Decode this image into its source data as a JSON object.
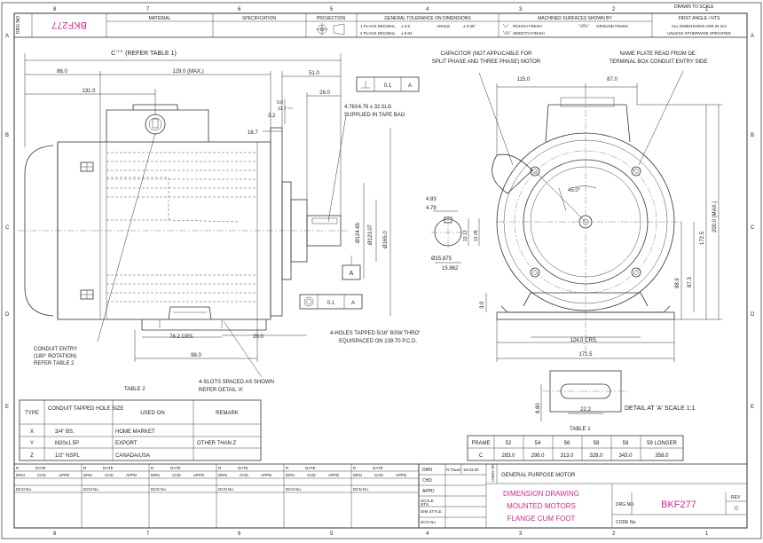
{
  "header": {
    "drg_no_vertical": "DRG NO.",
    "drg_code": "BKF277",
    "col_material": "MATERIAL",
    "col_specification": "SPECIFICATION",
    "col_projection": "PROJECTION",
    "tolerance_title": "GENERAL TOLERANCE ON DIMENSIONS",
    "tol_1": "1 PLACE DECIMAL",
    "tol_1_val": "± 0.6",
    "tol_2": "2 PLACE DECIMAL",
    "tol_2_val": "± 0.04",
    "tol_angle": "ANGLE",
    "tol_angle_val": "± 0.05°",
    "machined_title": "MACHINED SURFACES SHOWN BY",
    "rough": "ROUGH FINISH",
    "smooth": "SMOOTH FINISH",
    "ground": "GROUND FINISH",
    "scale_note": "FIRST ANGLE / NTS",
    "units_note": "ALL DIMENSIONS ARE IN mm",
    "spec_note": "UNLESS OTHERWISE SPECIFIED",
    "top_note": "DRAWN TO SCALE"
  },
  "zones": {
    "cols": [
      "8",
      "7",
      "6",
      "5",
      "4",
      "3",
      "2",
      "1"
    ],
    "rows": [
      "A",
      "B",
      "C",
      "D",
      "E"
    ]
  },
  "dims_left": {
    "c_label": "C",
    "c_sup": "+1.5",
    "c_note": "(REFER TABLE 1)",
    "d86": "86.0",
    "d129": "129.0 (MAX.)",
    "d131": "131.0",
    "d51": "51.0",
    "d26": "26.0",
    "d3_2": "3.2",
    "d12_7": "12.7",
    "d18_7": "18.7",
    "d9_0": "9.0",
    "dia_12465": "Ø124.65",
    "dia_12407": "Ø123.07",
    "dia_165": "Ø165.0",
    "key_note_1": "4.76X4.76 x 32.0LG",
    "key_note_2": "SUPPLIED IN TAPE BAG",
    "ftol_1": "0.1",
    "ftol_datum": "A",
    "datum_box": "A",
    "ftol_2": "0.1",
    "d76_2": "76.2 CRS.",
    "d20": "20.0",
    "d98": "98.0",
    "conduit_1": "CONDUIT ENTRY",
    "conduit_2": "(180° ROTATION)",
    "conduit_3": "REFER TABLE 2",
    "slots_1": "4-SLOTS SPACED AS SHOWN",
    "slots_2": "REFER DETAIL 'A'",
    "holes_1": "4-HOLES TAPPED 5/16\" BSW THRO'",
    "holes_2": "EQUISPACED ON 139.70 P.C.D."
  },
  "dims_right": {
    "cap_1": "CAPACITOR (NOT APPLICABLE FOR",
    "cap_2": "SPLIT PHASE AND THREE PHASE) MOTOR",
    "name_1": "NAME PLATE READ FROM DE.",
    "name_2": "TERMINAL BOX CONDUIT ENTRY SIDE",
    "d115": "115.0",
    "d87": "87.0",
    "angle45": "45.0°",
    "d4_83": "4.83",
    "d4_78": "4.78",
    "d13_13": "13.13",
    "d13_09": "13.09",
    "dia_15875": "Ø15.875",
    "dia_15862": "15.862",
    "d3_0": "3.0",
    "d124": "124.0 CRS.",
    "d171_5": "171.5",
    "d88_9": "88.9",
    "d87_3": "87.3",
    "d172_5": "172.5",
    "d200": "200.0 (MAX.)",
    "d8_80": "8.80",
    "d22_2": "22.2",
    "detail": "DETAIL AT 'A' SCALE 1:1"
  },
  "table2": {
    "title": "TABLE 2",
    "headers": [
      "TYPE",
      "CONDUIT TAPPED HOLE SIZE",
      "USED ON",
      "REMARK"
    ],
    "rows": [
      [
        "X",
        "3/4\" BS.",
        "HOME MARKET",
        ""
      ],
      [
        "Y",
        "M20x1.5P",
        "EXPORT",
        "OTHER THAN Z"
      ],
      [
        "Z",
        "1/2\" NSPL",
        "CANADA/USA",
        ""
      ]
    ]
  },
  "table1": {
    "title": "TABLE 1",
    "headers": [
      "FRAME",
      "52",
      "54",
      "56",
      "58",
      "59",
      "59 LONGER"
    ],
    "row": [
      "C",
      "283.0",
      "298.0",
      "313.0",
      "328.0",
      "343.0",
      "358.0"
    ]
  },
  "revblock": {
    "rev_h": "R",
    "date_h": "DATE",
    "drn_h": "DRN",
    "chd_h": "CHD",
    "appd_h": "APPD",
    "dcn_h": "DCN No."
  },
  "titleblock": {
    "drn": "DRN",
    "chd": "CHD",
    "appd": "APPD",
    "rtiwari": "R.Tiwari",
    "date_val": "19.03.09",
    "scale": "SCALE",
    "nts": "NTS",
    "dim_style": "DIM STYLE",
    "dcn": "DCN No.",
    "used_on": "USED ON",
    "product": "GENERAL PURPOSE MOTOR",
    "title_1": "DIMENSION DRAWING",
    "title_2": "MOUNTED MOTORS",
    "title_3": "FLANGE CUM FOOT",
    "drg_no": "DRG NO.",
    "drg_code": "BKF277",
    "rev": "REV",
    "rev_val": "0",
    "code_no": "CODE No."
  }
}
